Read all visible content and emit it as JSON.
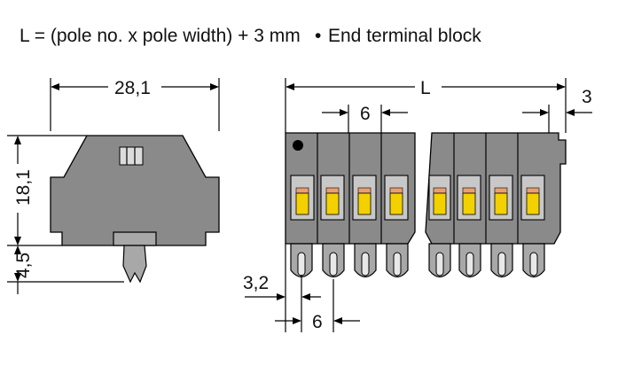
{
  "header": {
    "formula": "L = (pole no. x pole width) + 3 mm",
    "bullet": "•",
    "note": "End terminal block"
  },
  "dimensions": {
    "width_side": "28,1",
    "height_body": "18,1",
    "height_foot": "4,5",
    "length_total": "L",
    "pole_width_top": "6",
    "end_plate": "3",
    "offset_first": "3,2",
    "pole_width_bottom": "6"
  },
  "colors": {
    "housing": "#8a8a8a",
    "housing_light": "#a8a8a8",
    "indicator": "#f3d000",
    "indicator_top": "#e8a070"
  }
}
